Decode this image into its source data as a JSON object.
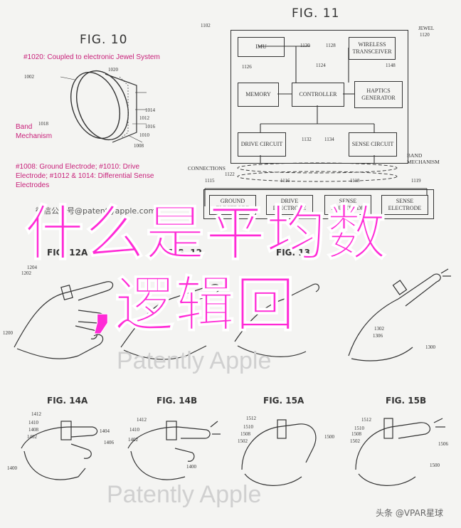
{
  "fig10": {
    "title": "FIG. 10",
    "caption_top": "#1020: Coupled to electronic Jewel System",
    "band_label": "Band\nMechanism",
    "caption_bottom": "#1008: Ground Electrode; #1010: Drive Electrode; #1012 & 1014: Differential Sense Electrodes",
    "refs": [
      "1002",
      "1020",
      "1018",
      "1014",
      "1016",
      "1010",
      "1008",
      "1012"
    ]
  },
  "fig11": {
    "title": "FIG. 11",
    "jewel_label": "JEWEL",
    "jewel_ref": "1120",
    "top_ref": "1102",
    "boxes": {
      "imu": "IMU",
      "wireless": "WIRELESS TRANSCEIVER",
      "memory": "MEMORY",
      "controller": "CONTROLLER",
      "haptics": "HAPTICS GENERATOR",
      "drive": "DRIVE CIRCUIT",
      "sense": "SENSE CIRCUIT",
      "ground": "GROUND ELECTRODE",
      "drive_e": "DRIVE ELECTRODE",
      "sense_e1": "SENSE ELECTRODE",
      "sense_e2": "SENSE ELECTRODE"
    },
    "refs": {
      "imu": "1130",
      "wireless": "1128",
      "memory": "1126",
      "controller": "1124",
      "haptics": "1148",
      "drive": "1132",
      "sense": "1134",
      "connections": "1122",
      "r1115": "1115",
      "r1116": "1116",
      "r1118": "1118",
      "r1119": "1119"
    },
    "connections_label": "CONNECTIONS",
    "band_mechanism_label": "BAND MECHANISM"
  },
  "fig12a": {
    "title": "FIG. 12A",
    "refs": [
      "1204",
      "1202",
      "1200"
    ]
  },
  "fig12b": {
    "title": "FIG. 12",
    "refs": []
  },
  "fig13": {
    "title": "FIG. 13",
    "refs": [
      "1306",
      "1302",
      "1300"
    ]
  },
  "fig14a": {
    "title": "FIG. 14A",
    "refs": [
      "1412",
      "1410",
      "1408",
      "1402",
      "1404",
      "1406",
      "1400"
    ]
  },
  "fig14b": {
    "title": "FIG. 14B",
    "refs": [
      "1412",
      "1410",
      "1402",
      "1400"
    ]
  },
  "fig15a": {
    "title": "FIG. 15A",
    "refs": [
      "1512",
      "1510",
      "1508",
      "1502",
      "1500"
    ]
  },
  "fig15b": {
    "title": "FIG. 15B",
    "refs": [
      "1512",
      "1510",
      "1508",
      "1502",
      "1500",
      "1506"
    ]
  },
  "watermark": {
    "source_line": "微信公众号@patentlyapple.com",
    "text": "Patently Apple"
  },
  "overlay": {
    "line1": "什么是平均数",
    "line2": ",逻辑回"
  },
  "credit": "头条 @VPAR星球",
  "colors": {
    "overlay": "#ff2ad6",
    "caption": "#c8207a",
    "line": "#333333"
  }
}
